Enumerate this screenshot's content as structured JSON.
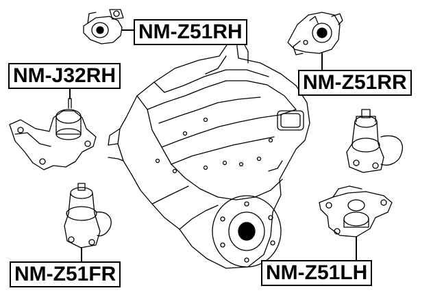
{
  "parts": {
    "z51rh": "NM-Z51RH",
    "j32rh": "NM-J32RH",
    "z51rr": "NM-Z51RR",
    "z51fr": "NM-Z51FR",
    "z51lh": "NM-Z51LH"
  },
  "colors": {
    "line": "#000000",
    "background": "#ffffff"
  }
}
